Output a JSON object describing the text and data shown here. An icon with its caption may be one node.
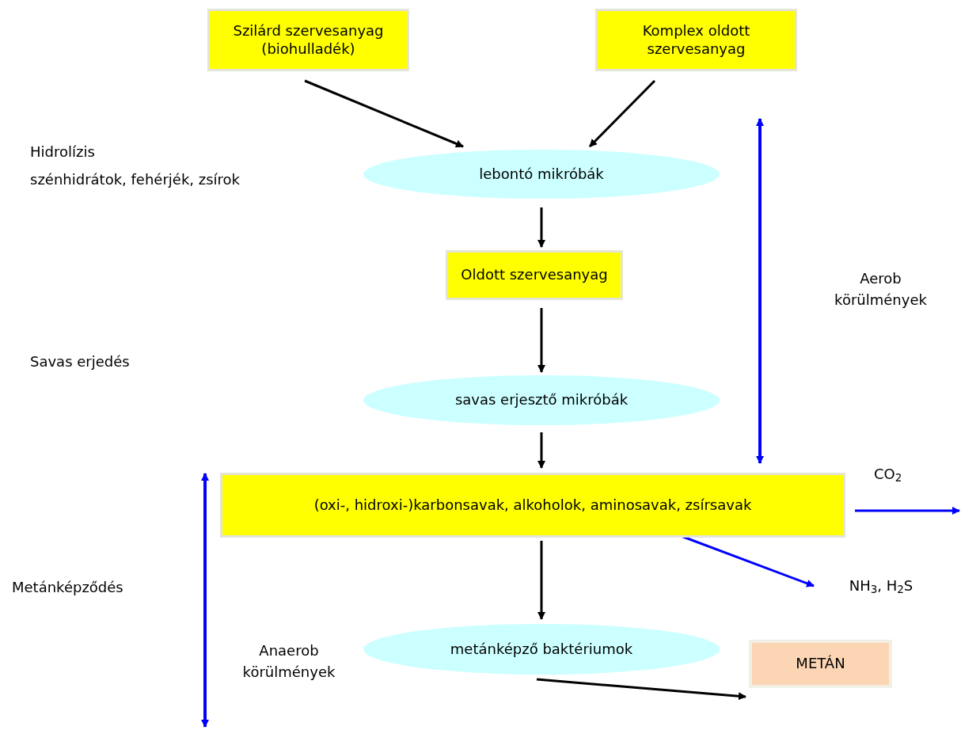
{
  "diagram": {
    "nodes": [
      {
        "text": [
          "Szilárd szervesanyag (biohulladék)"
        ]
      },
      {
        "text": [
          "Komplex oldott szervesanyag"
        ]
      },
      {
        "text": [
          "lebontó mikróbák"
        ]
      },
      {
        "text": [
          "Oldott szervesanyag"
        ]
      },
      {
        "text": [
          "savas erjesztő mikróbák"
        ]
      },
      {
        "text": [
          "(oxi-, hidroxi-)karbonsavak, alkoholok, aminosavak, zsírsavak"
        ]
      },
      {
        "text": [
          "NH$_{3}$, H$_{2}$S"
        ]
      },
      {
        "text": [
          "metánképző baktériumok"
        ]
      },
      {
        "text": [
          "METÁN"
        ]
      }
    ],
    "edges": [
      {
        "from": 0,
        "to": 2,
        "arrow": "to"
      },
      {
        "from": 1,
        "to": 2,
        "arrow": "to"
      },
      {
        "from": 2,
        "to": 3,
        "arrow": "to"
      },
      {
        "from": 3,
        "to": 4,
        "arrow": "to"
      },
      {
        "from": 4,
        "to": 5,
        "arrow": "to"
      },
      {
        "from": 5,
        "to": 7,
        "arrow": "to"
      },
      {
        "from": 5,
        "to": 6,
        "arrow": "to",
        "color": "#0000ff"
      },
      {
        "from": 5,
        "to": null,
        "arrow": "to",
        "label": "CO$_{2}$",
        "color": "#0000ff"
      },
      {
        "from": 7,
        "to": 8,
        "arrow": "to"
      }
    ],
    "labels": [
      "Hidrolízis",
      "szénhidrátok, fehérjék, zsírok",
      "Aerob körülmények",
      "Savas erjedés",
      "Metánképződés",
      "Anaerob körülmények"
    ]
  }
}
